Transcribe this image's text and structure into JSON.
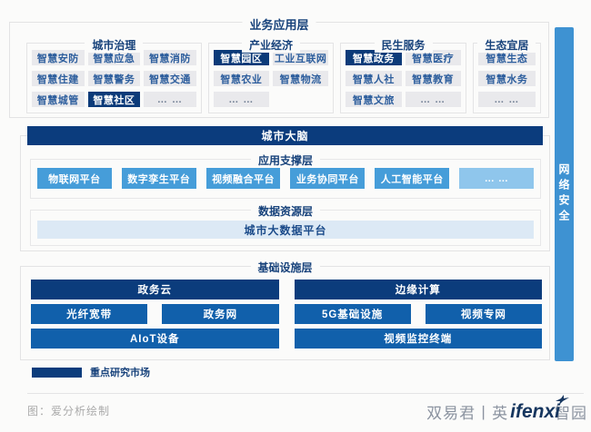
{
  "colors": {
    "navy": "#0b3c7c",
    "royal": "#1160ab",
    "sky": "#469dd9",
    "sky_light": "#8fc6ec",
    "pale_blue": "#dce9f5",
    "cell_gray": "#e9e9ec",
    "cell_text": "#2d5e9d",
    "title_navy": "#17427b",
    "security": "#3e92d2",
    "background": "#fbfbfa"
  },
  "diagram": {
    "business_layer": {
      "title": "业务应用层",
      "columns": [
        {
          "title": "城市治理",
          "cols": 3,
          "cells": [
            {
              "label": "智慧安防"
            },
            {
              "label": "智慧应急"
            },
            {
              "label": "智慧消防"
            },
            {
              "label": "智慧住建"
            },
            {
              "label": "智慧警务"
            },
            {
              "label": "智慧交通"
            },
            {
              "label": "智慧城管"
            },
            {
              "label": "智慧社区",
              "highlight": true
            },
            {
              "label": "… …",
              "dots": true
            }
          ]
        },
        {
          "title": "产业经济",
          "cols": 2,
          "cells": [
            {
              "label": "智慧园区",
              "highlight": true
            },
            {
              "label": "工业互联网"
            },
            {
              "label": "智慧农业"
            },
            {
              "label": "智慧物流"
            },
            {
              "label": "… …",
              "dots": true
            }
          ]
        },
        {
          "title": "民生服务",
          "cols": 2,
          "cells": [
            {
              "label": "智慧政务",
              "highlight": true
            },
            {
              "label": "智慧医疗"
            },
            {
              "label": "智慧人社"
            },
            {
              "label": "智慧教育"
            },
            {
              "label": "智慧文旅"
            },
            {
              "label": "… …",
              "dots": true
            }
          ]
        },
        {
          "title": "生态宜居",
          "cols": 1,
          "cells": [
            {
              "label": "智慧生态"
            },
            {
              "label": "智慧水务"
            },
            {
              "label": "… …",
              "dots": true
            }
          ]
        }
      ]
    },
    "city_brain": {
      "label": "城市大脑"
    },
    "support_layer": {
      "title": "应用支撑层",
      "platforms": [
        {
          "label": "物联网平台"
        },
        {
          "label": "数字孪生平台"
        },
        {
          "label": "视频融合平台"
        },
        {
          "label": "业务协同平台"
        },
        {
          "label": "人工智能平台"
        },
        {
          "label": "… …",
          "light": true
        }
      ]
    },
    "data_layer": {
      "title": "数据资源层",
      "platform": "城市大数据平台"
    },
    "infra_layer": {
      "title": "基础设施层",
      "groups": [
        {
          "top": "政务云",
          "mid": [
            "光纤宽带",
            "政务网"
          ],
          "bottom": "AIoT设备"
        },
        {
          "top": "边缘计算",
          "mid": [
            "5G基础设施",
            "视频专网"
          ],
          "bottom": "视频监控终端"
        }
      ]
    },
    "security_bar": {
      "label": "网络安全"
    },
    "legend": {
      "label": "重点研究市场"
    }
  },
  "footer": {
    "caption": "图：爱分析绘制",
    "watermark_left": "双易君丨英",
    "logo_text": "ifenxi",
    "watermark_right": "智园"
  }
}
